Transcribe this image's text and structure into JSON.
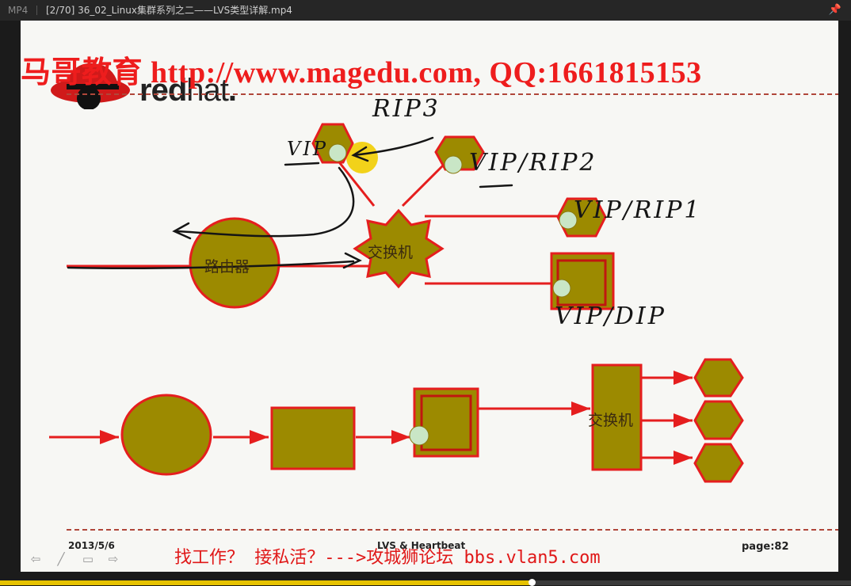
{
  "player": {
    "format": "MP4",
    "title": "[2/70] 36_02_Linux集群系列之二——LVS类型详解.mp4",
    "progress": 0.625
  },
  "slide": {
    "watermark": "马哥教育 http://www.magedu.com, QQ:1661815153",
    "brand_red": "red",
    "brand_hat": "hat",
    "brand_mark": ".",
    "top_diagram": {
      "router_label": "路由器",
      "switch_label": "交换机"
    },
    "bottom_diagram": {
      "switch_label": "交换机"
    },
    "handwriting": {
      "rip3": "RIP3",
      "vip_left": "VIP",
      "vip_rip2": "VIP/RIP2",
      "vip_rip1": "VIP/RIP1",
      "vip_dip": "VIP/DIP"
    },
    "footer": {
      "date": "2013/5/6",
      "topic": "LVS & Heartbeat",
      "ad": "找工作？ 接私活？--->攻城狮论坛 bbs.vlan5.com",
      "page": "page:82"
    }
  },
  "colors": {
    "shape_fill": "#9c8a00",
    "shape_stroke": "#e51e1e",
    "connector": "#e51e1e",
    "port": "#c9e6c6",
    "highlight": "#f2d21a",
    "watermark": "#ee1d1d",
    "progress": "#e6c200"
  },
  "icons": [
    "pin-icon",
    "prev-slide-icon",
    "pen-icon",
    "menu-icon",
    "next-slide-icon",
    "redhat-logo"
  ]
}
